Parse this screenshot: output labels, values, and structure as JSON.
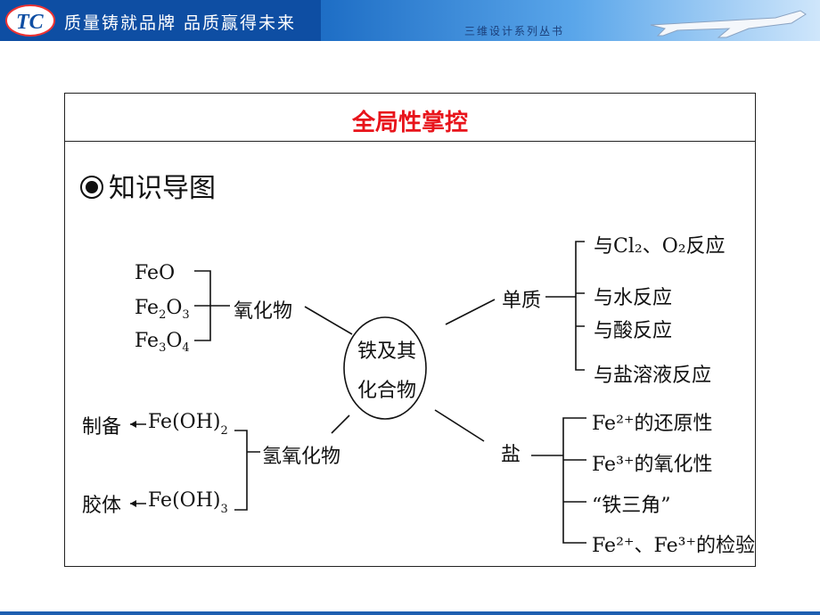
{
  "header": {
    "slogan": "质量铸就品牌 品质赢得未来",
    "series": "三维设计系列丛书"
  },
  "title": "全局性掌控",
  "section": "知识导图",
  "center": {
    "line1": "铁及其",
    "line2": "化合物"
  },
  "oxides": {
    "label": "氧化物",
    "items": [
      {
        "main": "FeO",
        "parts": []
      },
      {
        "main": "Fe",
        "parts": [
          [
            "2",
            "sub"
          ],
          [
            "O",
            ""
          ],
          [
            "3",
            "sub"
          ]
        ]
      },
      {
        "main": "Fe",
        "parts": [
          [
            "3",
            "sub"
          ],
          [
            "O",
            ""
          ],
          [
            "4",
            "sub"
          ]
        ]
      }
    ]
  },
  "element": {
    "label": "单质",
    "items": [
      "与Cl₂、O₂反应",
      "与水反应",
      "与酸反应",
      "与盐溶液反应"
    ]
  },
  "hydroxides": {
    "label": "氢氧化物",
    "items": [
      {
        "use": "制备",
        "formula": "Fe(OH)",
        "sub": "2"
      },
      {
        "use": "胶体",
        "formula": "Fe(OH)",
        "sub": "3"
      }
    ]
  },
  "salts": {
    "label": "盐",
    "items": [
      "Fe²⁺的还原性",
      "Fe³⁺的氧化性",
      "“铁三角”",
      "Fe²⁺、Fe³⁺的检验"
    ]
  }
}
